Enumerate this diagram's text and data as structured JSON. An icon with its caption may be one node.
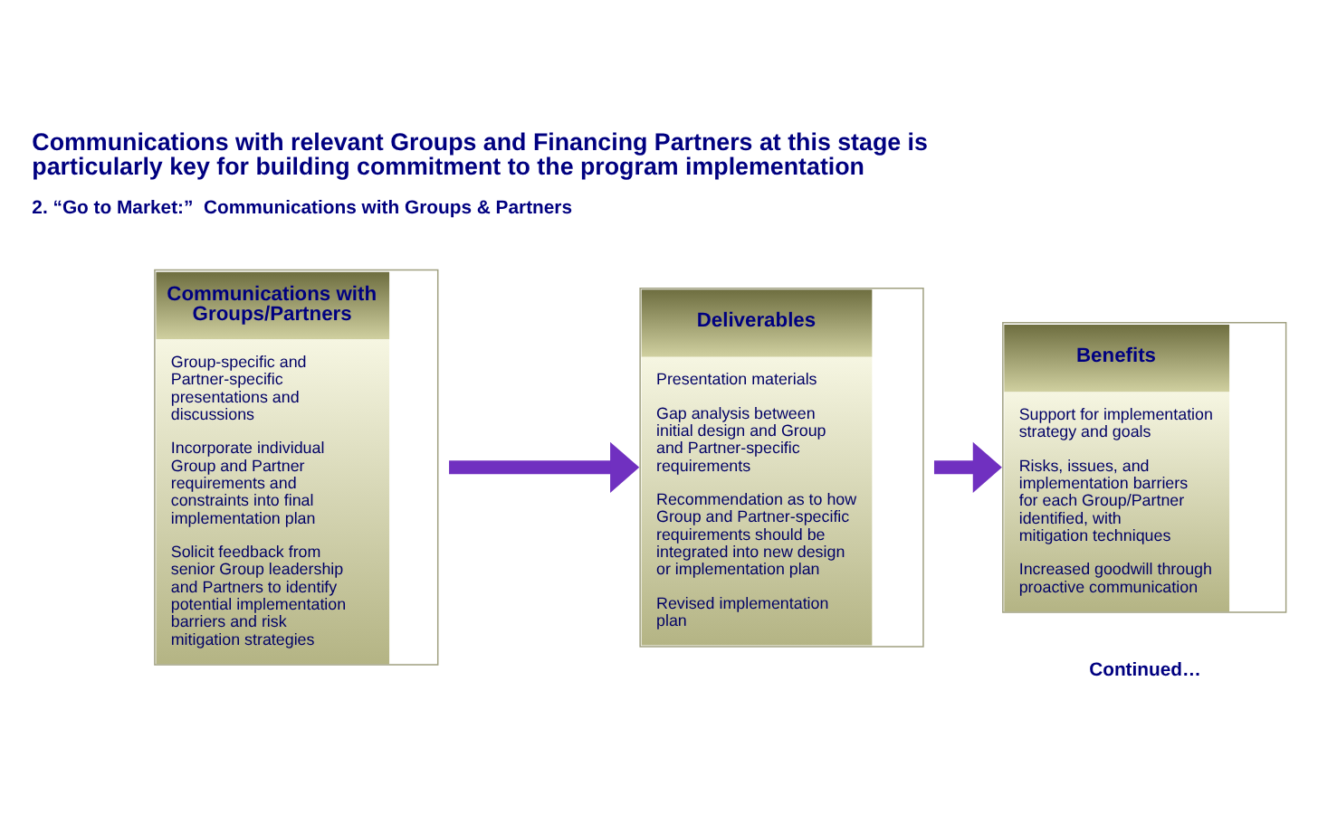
{
  "diagram": {
    "title": "Communications with relevant Groups and Financing Partners at this stage is particularly key for building commitment to the program implementation",
    "nodes": [
      {
        "text": [
          "Communications with Groups/Partners",
          "Group-specific and Partner-specific presentations and discussions",
          "Incorporate individual Group and Partner requirements and constraints into final implementation plan",
          "Solicit feedback from senior Group leadership and Partners to identify potential implementation barriers and risk mitigation strategies"
        ]
      },
      {
        "text": [
          "Deliverables",
          "Presentation materials",
          "Gap analysis between initial design and Group and Partner-specific requirements",
          "Recommendation as to how Group and Partner-specific requirements should be integrated into new design or implementation plan",
          "Revised implementation plan"
        ]
      },
      {
        "text": [
          "Benefits",
          "Support for implementation strategy and goals",
          "Risks, issues, and implementation barriers for each Group/Partner identified, with mitigation techniques",
          "Increased goodwill through proactive communication"
        ]
      }
    ],
    "edges": [
      {
        "from": 0,
        "to": 1,
        "arrow": "to"
      },
      {
        "from": 1,
        "to": 2,
        "arrow": "to"
      }
    ],
    "labels": [
      "2. “Go to Market:”  Communications with Groups & Partners",
      "Continued…"
    ]
  }
}
